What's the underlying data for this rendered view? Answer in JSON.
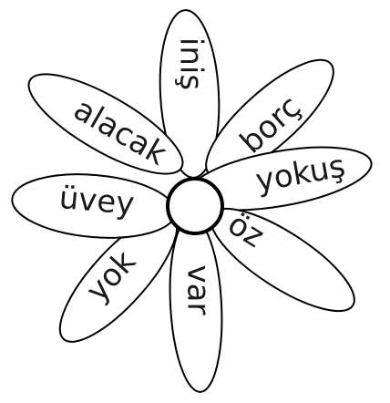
{
  "flower": {
    "petal_count": 8,
    "center_shape": "circle",
    "line_color": "#000000",
    "background": "#ffffff",
    "words": [
      {
        "id": "inis",
        "text": "iniş"
      },
      {
        "id": "borc",
        "text": "borç"
      },
      {
        "id": "yokus",
        "text": "yokuş"
      },
      {
        "id": "oz",
        "text": "öz"
      },
      {
        "id": "var",
        "text": "var"
      },
      {
        "id": "yok",
        "text": "yok"
      },
      {
        "id": "uvey",
        "text": "üvey"
      },
      {
        "id": "alacak",
        "text": "alacak"
      }
    ]
  }
}
